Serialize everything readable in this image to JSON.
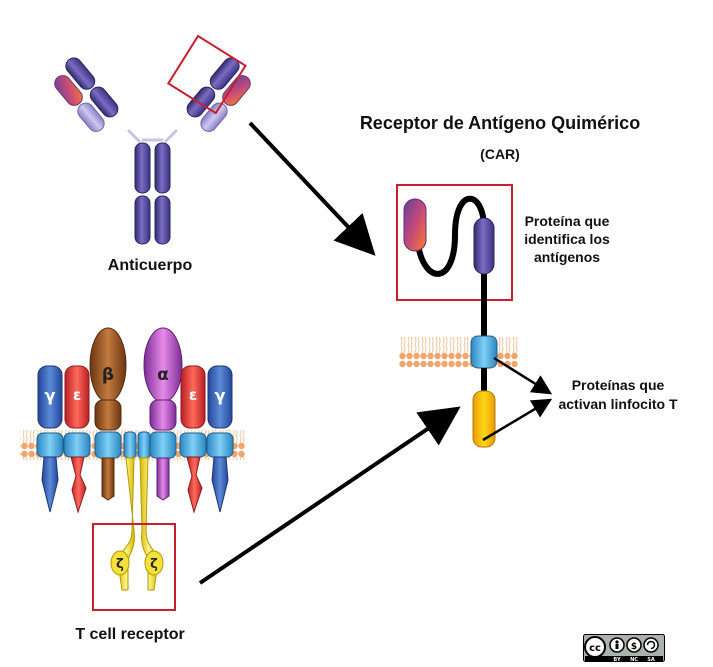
{
  "diagram": {
    "title": "Receptor de Antígeno Quimérico",
    "subtitle": "(CAR)",
    "antibody_label": "Anticuerpo",
    "tcr_label": "T cell receptor",
    "antigen_protein_label": "Proteína que identifica los antígenos",
    "activation_protein_label": "Proteínas que activan linfocito T",
    "tcr_chain_letters": {
      "gamma": "γ",
      "epsilon": "ε",
      "beta": "β",
      "alpha": "α",
      "zeta": "ζ"
    },
    "license": {
      "cc": "cc",
      "by": "BY",
      "nc": "NC",
      "sa": "SA"
    }
  },
  "colors": {
    "antibody_purple": "#5b4a9c",
    "orange_gradient_end": "#ff7a2e",
    "membrane": "#f2b98a",
    "tcr_blue": "#3a67b5",
    "tcr_red": "#e0463e",
    "tcr_light_blue": "#4aa9dc",
    "beta_brown": "#8b4a1e",
    "alpha_purple": "#a24fb6",
    "zeta_yellow": "#f7e94b",
    "car_yellow": "#ffcc00",
    "highlight_box": "#c8202a",
    "arrow": "#000000"
  }
}
